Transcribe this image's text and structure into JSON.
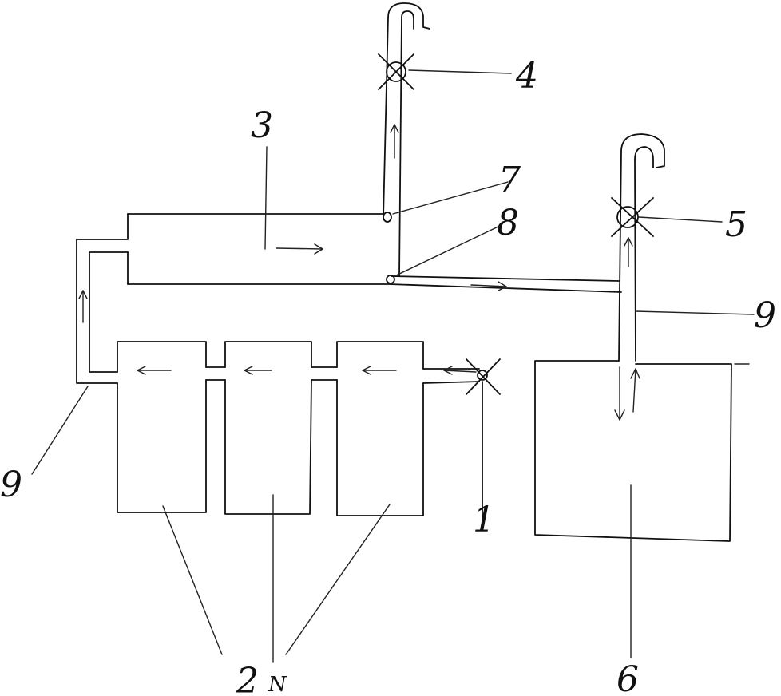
{
  "diagram": {
    "labels": {
      "inlet": "1",
      "tanks": "2",
      "tanks_subscript": "N",
      "vessel": "3",
      "valve_top": "4",
      "valve_right": "5",
      "collector": "6",
      "port_upper": "7",
      "port_lower": "8",
      "pipe_left": "9",
      "pipe_right": "9"
    }
  }
}
